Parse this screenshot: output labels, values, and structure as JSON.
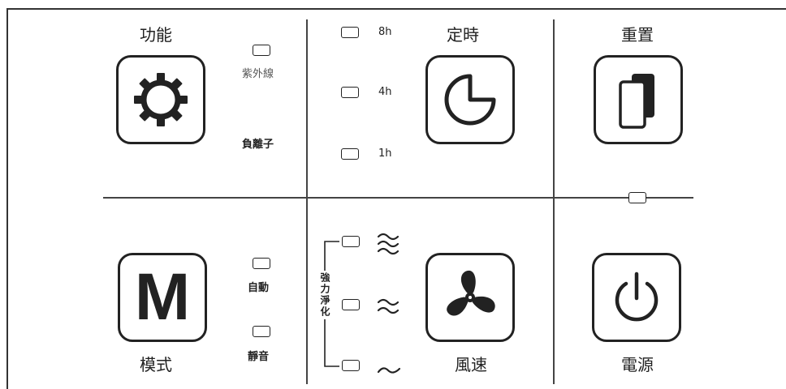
{
  "sections": {
    "function": {
      "title": "功能"
    },
    "timer": {
      "title": "定時"
    },
    "reset": {
      "title": "重置"
    },
    "mode": {
      "title": "模式"
    },
    "fan": {
      "title": "風速"
    },
    "power": {
      "title": "電源"
    }
  },
  "function_options": [
    "紫外線",
    "負離子"
  ],
  "timer_options": [
    "8h",
    "4h",
    "1h"
  ],
  "mode_options": [
    "自動",
    "靜音"
  ],
  "fan_bracket_label": "強力淨化",
  "icons": {
    "function": "gear-icon",
    "timer": "clock-pie-icon",
    "reset": "copy-stack-icon",
    "mode": "letter-m-icon",
    "fan": "fan-icon",
    "power": "power-icon"
  },
  "mode_icon_letter": "M"
}
